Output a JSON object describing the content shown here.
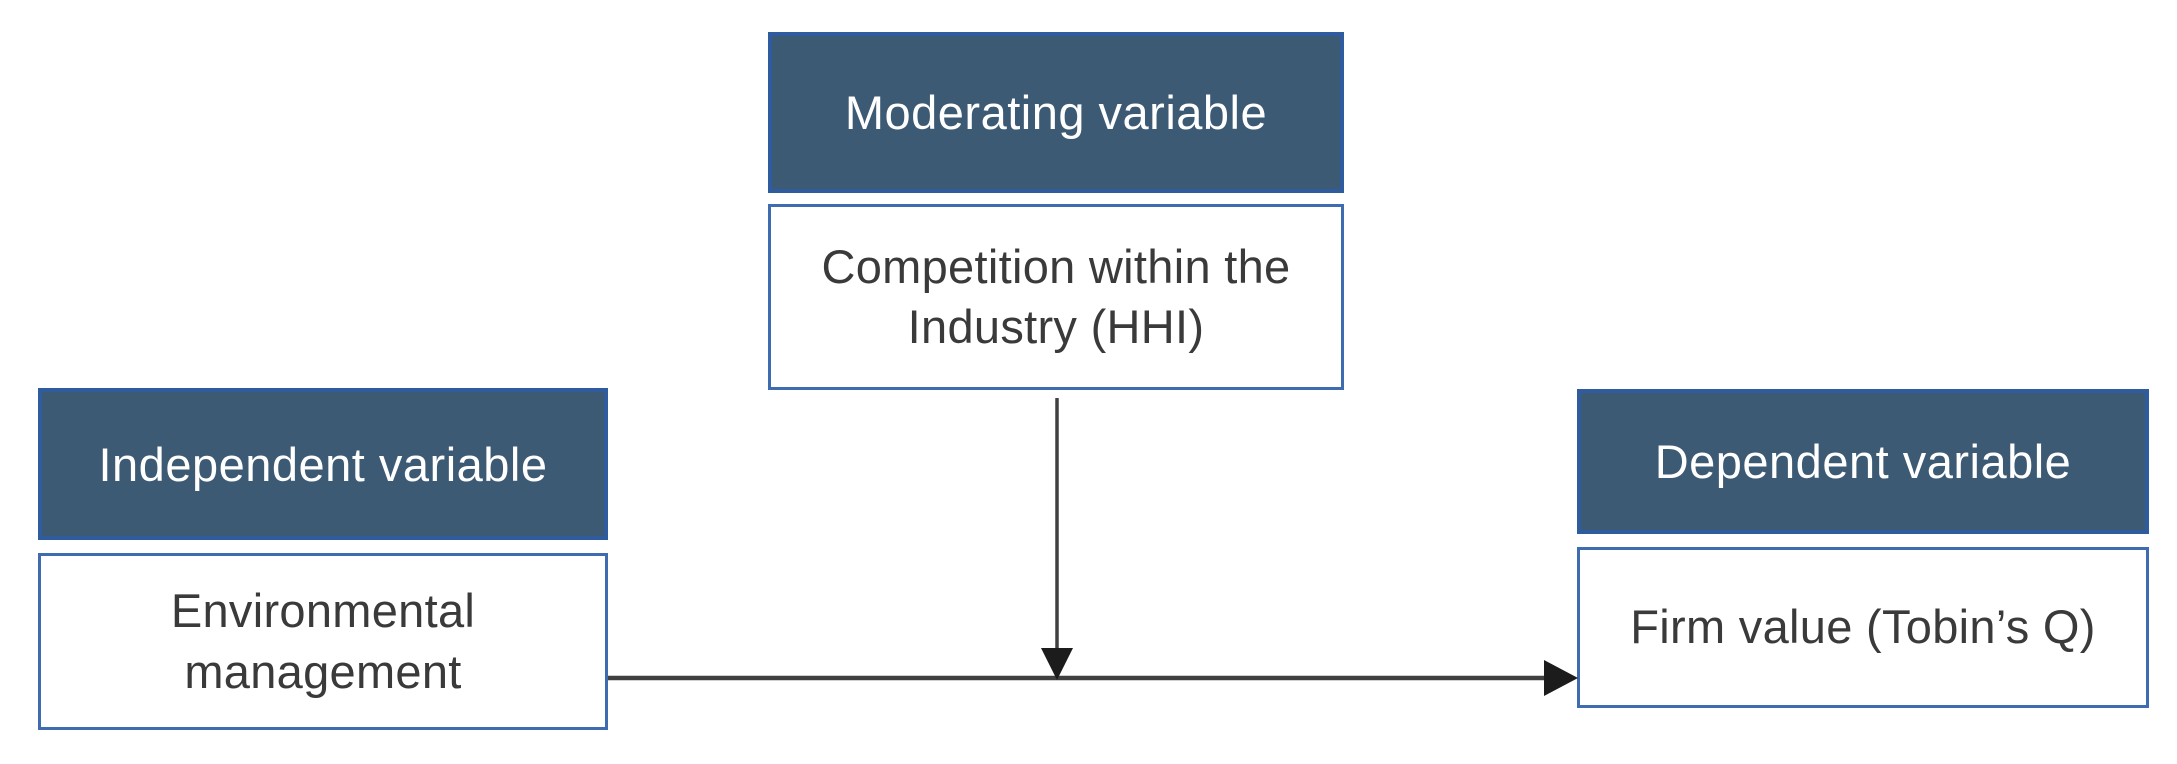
{
  "diagram": {
    "type": "research-model",
    "nodes": {
      "independent": {
        "role_label": "Independent variable",
        "construct_label": "Environmental\nmanagement"
      },
      "moderating": {
        "role_label": "Moderating variable",
        "construct_label": "Competition within the\nIndustry (HHI)"
      },
      "dependent": {
        "role_label": "Dependent variable",
        "construct_label": "Firm value (Tobin’s Q)"
      }
    },
    "relations": [
      {
        "from": "Environmental management",
        "to": "Firm value (Tobin’s Q)",
        "kind": "direct-effect-arrow"
      },
      {
        "from": "Competition within the Industry (HHI)",
        "to": "effect-arrow",
        "kind": "moderation-arrow"
      }
    ],
    "colors": {
      "header-fill": "#3d5a75",
      "header-border": "#2e5c9e",
      "box-border": "#3f6bb0",
      "header-text": "#ffffff",
      "body-text": "#3a3a3a",
      "arrow-line": "#404040",
      "arrow-head": "#1c1c1c",
      "canvas-bg": "#ffffff"
    }
  }
}
